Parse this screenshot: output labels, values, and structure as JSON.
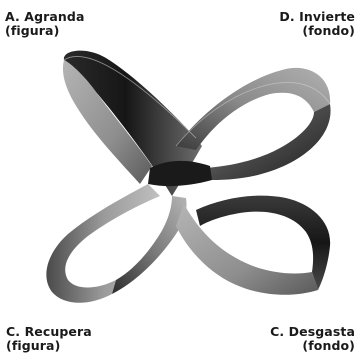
{
  "labels": {
    "top_left": {
      "title": "A. Agranda",
      "subtitle": "(figura)"
    },
    "top_right": {
      "title": "D. Invierte",
      "subtitle": "(fondo)"
    },
    "bottom_left": {
      "title": "C. Recupera",
      "subtitle": "(figura)"
    },
    "bottom_right": {
      "title": "C. Desgasta",
      "subtitle": "(fondo)"
    }
  },
  "colors": {
    "background": "#ffffff",
    "text": "#1a1a1a",
    "ribbon_light": "#a8a8a8",
    "ribbon_dark": "#1e1e1e"
  }
}
